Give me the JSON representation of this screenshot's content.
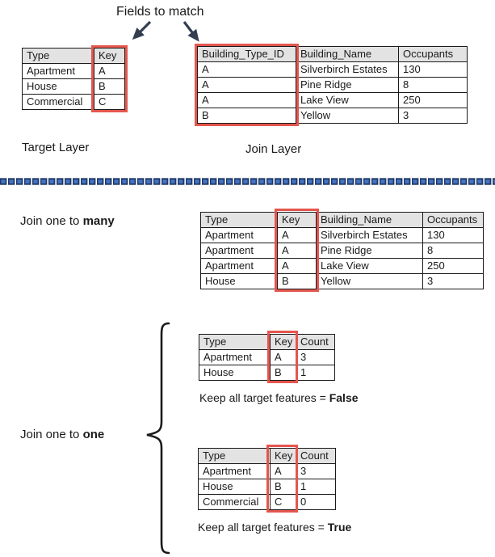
{
  "heading": {
    "fields_to_match": "Fields to match"
  },
  "layers": {
    "target_label": "Target Layer",
    "join_label": "Join Layer"
  },
  "sections": {
    "many": {
      "label_prefix": "Join one to ",
      "label_bold": "many"
    },
    "one": {
      "label_prefix": "Join one to ",
      "label_bold": "one"
    },
    "false_caption": {
      "prefix": "Keep all target features = ",
      "bold": "False"
    },
    "true_caption": {
      "prefix": "Keep all target features = ",
      "bold": "True"
    }
  },
  "tables": {
    "target": {
      "columns": [
        "Type",
        "Key"
      ],
      "rows": [
        [
          "Apartment",
          "A"
        ],
        [
          "House",
          "B"
        ],
        [
          "Commercial",
          "C"
        ]
      ],
      "highlighted_column": "Key"
    },
    "join": {
      "columns": [
        "Building_Type_ID",
        "Building_Name",
        "Occupants"
      ],
      "rows": [
        [
          "A",
          "Silverbirch Estates",
          "130"
        ],
        [
          "A",
          "Pine Ridge",
          "8"
        ],
        [
          "A",
          "Lake View",
          "250"
        ],
        [
          "B",
          "Yellow",
          "3"
        ]
      ],
      "highlighted_column": "Building_Type_ID"
    },
    "many": {
      "columns": [
        "Type",
        "Key",
        "Building_Name",
        "Occupants"
      ],
      "rows": [
        [
          "Apartment",
          "A",
          "Silverbirch Estates",
          "130"
        ],
        [
          "Apartment",
          "A",
          "Pine Ridge",
          "8"
        ],
        [
          "Apartment",
          "A",
          "Lake View",
          "250"
        ],
        [
          "House",
          "B",
          "Yellow",
          "3"
        ]
      ],
      "highlighted_column": "Key"
    },
    "one_false": {
      "columns": [
        "Type",
        "Key",
        "Count"
      ],
      "rows": [
        [
          "Apartment",
          "A",
          "3"
        ],
        [
          "House",
          "B",
          "1"
        ]
      ],
      "highlighted_column": "Key"
    },
    "one_true": {
      "columns": [
        "Type",
        "Key",
        "Count"
      ],
      "rows": [
        [
          "Apartment",
          "A",
          "3"
        ],
        [
          "House",
          "B",
          "1"
        ],
        [
          "Commercial",
          "C",
          "0"
        ]
      ],
      "highlighted_column": "Key"
    }
  },
  "icons": {
    "arrow_left": "down-left-arrow",
    "arrow_right": "down-right-arrow",
    "brace": "left-curly-brace",
    "divider": "dashed-divider-line"
  },
  "colors": {
    "highlight_red": "#E4564E",
    "header_gray": "#E3E3E3",
    "divider_blue": "#4472C4",
    "divider_dark_blue": "#1F3864",
    "arrow_dark": "#333F50",
    "text": "#1A1A1A"
  }
}
